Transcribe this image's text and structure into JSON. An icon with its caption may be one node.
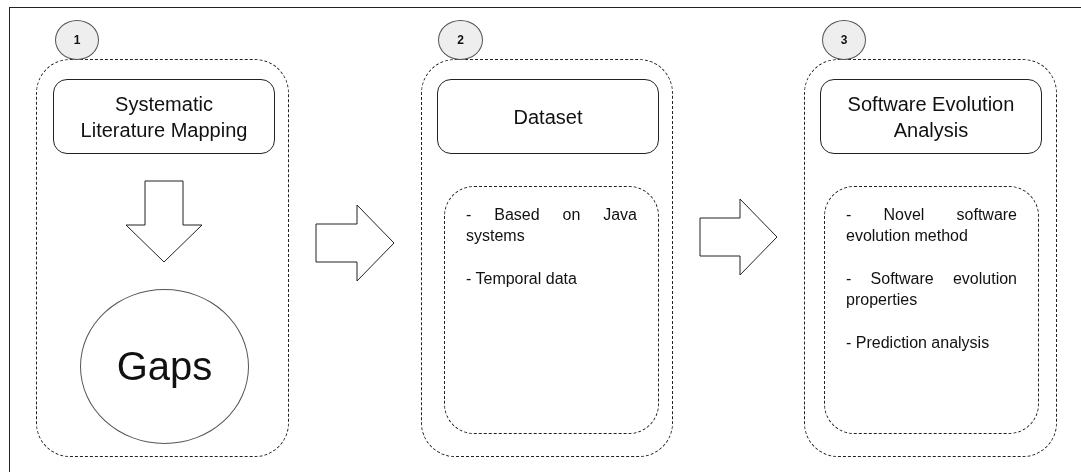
{
  "diagram": {
    "nodes": [
      {
        "text": [
          "1"
        ]
      },
      {
        "text": [],
        "shape": "box"
      },
      {
        "text": [
          "Systematic Literature Mapping"
        ],
        "in": 1
      },
      {
        "text": [
          "Gaps"
        ],
        "in": 1
      },
      {
        "text": [
          "2"
        ]
      },
      {
        "text": [],
        "shape": "box"
      },
      {
        "text": [
          "Dataset"
        ],
        "in": 5
      },
      {
        "text": [
          "- Based on Java systems",
          "- Temporal data"
        ],
        "in": 5
      },
      {
        "text": [
          "3"
        ]
      },
      {
        "text": [],
        "shape": "box"
      },
      {
        "text": [
          "Software Evolution Analysis"
        ],
        "in": 9
      },
      {
        "text": [
          "- Novel software evolution method",
          "- Software evolution properties",
          "- Prediction analysis"
        ],
        "in": 9
      }
    ],
    "edges": [
      {
        "from": 2,
        "to": 3,
        "arrow": "to"
      },
      {
        "from": 1,
        "to": 5,
        "arrow": "to"
      },
      {
        "from": 5,
        "to": 9,
        "arrow": "to"
      }
    ]
  }
}
